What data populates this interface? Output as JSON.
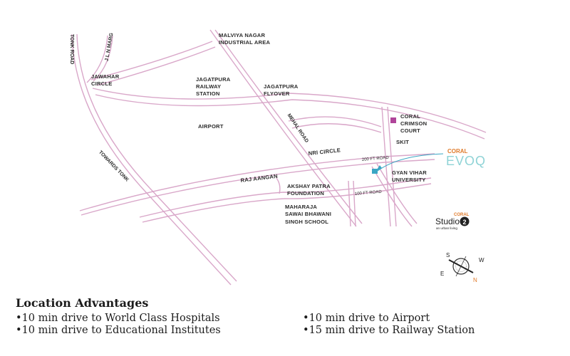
{
  "map": {
    "labels": {
      "malviya": [
        "MALVIYA NAGAR",
        "INDUSTRIAL AREA"
      ],
      "tonk_road": "TONK ROAD",
      "jln_marg": "J L N MARG",
      "jawahar": [
        "JAWAHAR",
        "CIRCLE"
      ],
      "jagatpura_station": [
        "JAGATPURA",
        "RAILWAY",
        "STATION"
      ],
      "jagatpura_flyover": [
        "JAGATPURA",
        "FLYOVER"
      ],
      "coral_crimson": [
        "CORAL",
        "CRIMSON",
        "COURT"
      ],
      "airport": "AIRPORT",
      "mehal_road": "MEHAL ROAD",
      "skit": "SKIT",
      "towards_tonk": "TOWARDS TONK",
      "nri_circle": "NRI CIRCLE",
      "road_200": "200 FT ROAD",
      "gyan_vihar": [
        "GYAN VIHAR",
        "UNIVERSITY"
      ],
      "raj_aangan": "RAJ AANGAN",
      "akshay_patra": [
        "AKSHAY PATRA",
        "FOUNDATION"
      ],
      "road_100": "100 FT ROAD",
      "maharaja": [
        "MAHARAJA",
        "SAWAI BHAWANI",
        "SINGH SCHOOL"
      ]
    },
    "brand_evoq": {
      "small": "CORAL",
      "big": "EVOQ"
    },
    "brand_studio": {
      "small": "CORAL",
      "name": "Studio",
      "digit": "2",
      "tagline": "an urban living"
    },
    "compass": {
      "s": "S",
      "w": "W",
      "e": "E",
      "n": "N"
    },
    "colors": {
      "road": "#d9a7c9",
      "crimson_marker": "#b0449a",
      "evoq_marker": "#3aa6c4",
      "evoq_text": "#8fd3d6",
      "coral_orange": "#e07a2a"
    }
  },
  "location_advantages": {
    "title": "Location Advantages",
    "items": [
      "10 min drive to World Class Hospitals",
      "10 min drive to Airport",
      "10 min drive to Educational Institutes",
      "15 min drive to Railway Station"
    ]
  }
}
